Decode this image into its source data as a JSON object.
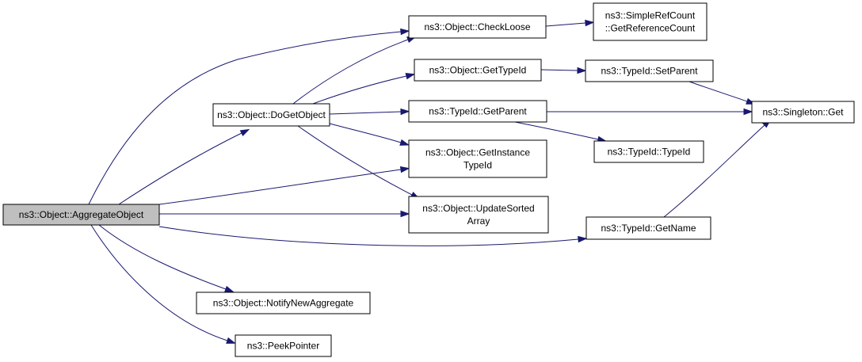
{
  "colors": {
    "edge": "#191970",
    "node_fill": "#ffffff",
    "root_fill": "#bfbfbf",
    "node_stroke": "#000000"
  },
  "nodes": [
    {
      "id": "aggregate",
      "lines": [
        "ns3::Object::AggregateObject"
      ],
      "root": true
    },
    {
      "id": "dogetobject",
      "lines": [
        "ns3::Object::DoGetObject"
      ]
    },
    {
      "id": "notifynewaggregate",
      "lines": [
        "ns3::Object::NotifyNewAggregate"
      ]
    },
    {
      "id": "peekpointer",
      "lines": [
        "ns3::PeekPointer"
      ]
    },
    {
      "id": "checkloose",
      "lines": [
        "ns3::Object::CheckLoose"
      ]
    },
    {
      "id": "gettypeid",
      "lines": [
        "ns3::Object::GetTypeId"
      ]
    },
    {
      "id": "getparent",
      "lines": [
        "ns3::TypeId::GetParent"
      ]
    },
    {
      "id": "getinstancetypeid",
      "lines": [
        "ns3::Object::GetInstance",
        "TypeId"
      ]
    },
    {
      "id": "updatesortedarray",
      "lines": [
        "ns3::Object::UpdateSorted",
        "Array"
      ]
    },
    {
      "id": "getreferencecount",
      "lines": [
        "ns3::SimpleRefCount",
        "::GetReferenceCount"
      ]
    },
    {
      "id": "setparent",
      "lines": [
        "ns3::TypeId::SetParent"
      ]
    },
    {
      "id": "typeid",
      "lines": [
        "ns3::TypeId::TypeId"
      ]
    },
    {
      "id": "getname",
      "lines": [
        "ns3::TypeId::GetName"
      ]
    },
    {
      "id": "singletonget",
      "lines": [
        "ns3::Singleton::Get"
      ]
    }
  ],
  "edges": [
    {
      "from": "aggregate",
      "to": "checkloose"
    },
    {
      "from": "aggregate",
      "to": "dogetobject"
    },
    {
      "from": "aggregate",
      "to": "getinstancetypeid"
    },
    {
      "from": "aggregate",
      "to": "updatesortedarray"
    },
    {
      "from": "aggregate",
      "to": "getname"
    },
    {
      "from": "aggregate",
      "to": "notifynewaggregate"
    },
    {
      "from": "aggregate",
      "to": "peekpointer"
    },
    {
      "from": "dogetobject",
      "to": "checkloose"
    },
    {
      "from": "dogetobject",
      "to": "gettypeid"
    },
    {
      "from": "dogetobject",
      "to": "getparent"
    },
    {
      "from": "dogetobject",
      "to": "getinstancetypeid"
    },
    {
      "from": "dogetobject",
      "to": "updatesortedarray"
    },
    {
      "from": "checkloose",
      "to": "getreferencecount"
    },
    {
      "from": "gettypeid",
      "to": "setparent"
    },
    {
      "from": "getparent",
      "to": "singletonget"
    },
    {
      "from": "getparent",
      "to": "typeid"
    },
    {
      "from": "setparent",
      "to": "singletonget"
    },
    {
      "from": "getname",
      "to": "singletonget"
    }
  ]
}
